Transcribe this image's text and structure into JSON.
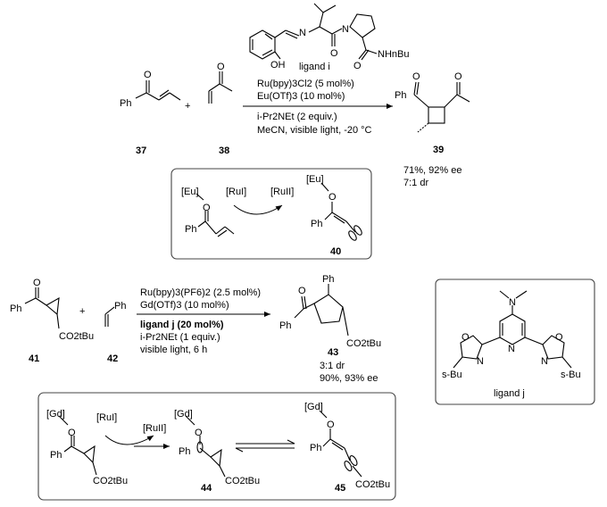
{
  "reaction1": {
    "ligand_label": "ligand i",
    "ligand_oh": "OH",
    "ligand_n1": "N",
    "ligand_n2": "N",
    "ligand_nhnbu": "NHnBu",
    "sub37_ph": "Ph",
    "sub37_o": "O",
    "sub38_o": "O",
    "plus": "+",
    "cond1": "Ru(bpy)3Cl2 (5 mol%)",
    "cond2": "Eu(OTf)3 (10 mol%)",
    "cond3": "i-Pr2NEt (2 equiv.)",
    "cond4": "MeCN, visible light, -20 °C",
    "prod_ph": "Ph",
    "prod_o1": "O",
    "prod_o2": "O",
    "label37": "37",
    "label38": "38",
    "label39": "39",
    "yield": "71%, 92% ee",
    "dr": "7:1 dr"
  },
  "mech1": {
    "eu1": "[Eu]",
    "o1": "O",
    "ph1": "Ph",
    "ru_in": "[RuI]",
    "ru_out": "[RuII]",
    "eu2": "[Eu]",
    "o2": "O",
    "ph2": "Ph",
    "label40": "40"
  },
  "reaction2": {
    "sub41_ph": "Ph",
    "sub41_o": "O",
    "sub41_ester": "CO2tBu",
    "plus": "+",
    "sub42_ph": "Ph",
    "cond1": "Ru(bpy)3(PF6)2 (2.5 mol%)",
    "cond2": "Gd(OTf)3 (10 mol%)",
    "cond3": "ligand j (20 mol%)",
    "cond4": "i-Pr2NEt (1 equiv.)",
    "cond5": "visible light, 6 h",
    "prod_ph_top": "Ph",
    "prod_o": "O",
    "prod_ph": "Ph",
    "prod_ester": "CO2tBu",
    "label41": "41",
    "label42": "42",
    "label43": "43",
    "dr": "3:1 dr",
    "yield": "90%, 93% ee"
  },
  "ligandj": {
    "nme2_n": "N",
    "pyr_n": "N",
    "ox_o_left": "O",
    "ox_o_right": "O",
    "ox_n_left": "N",
    "ox_n_right": "N",
    "sbu_left": "s-Bu",
    "sbu_right": "s-Bu",
    "label": "ligand j"
  },
  "mech2": {
    "gd1": "[Gd]",
    "o1": "O",
    "ph1": "Ph",
    "ester1": "CO2tBu",
    "ru_in": "[RuI]",
    "ru_out": "[RuII]",
    "gd2": "[Gd]",
    "o2": "O",
    "ph2": "Ph",
    "ester2": "CO2tBu",
    "label44": "44",
    "gd3": "[Gd]",
    "o3": "O",
    "ph3": "Ph",
    "ester3": "CO2tBu",
    "label45": "45"
  }
}
